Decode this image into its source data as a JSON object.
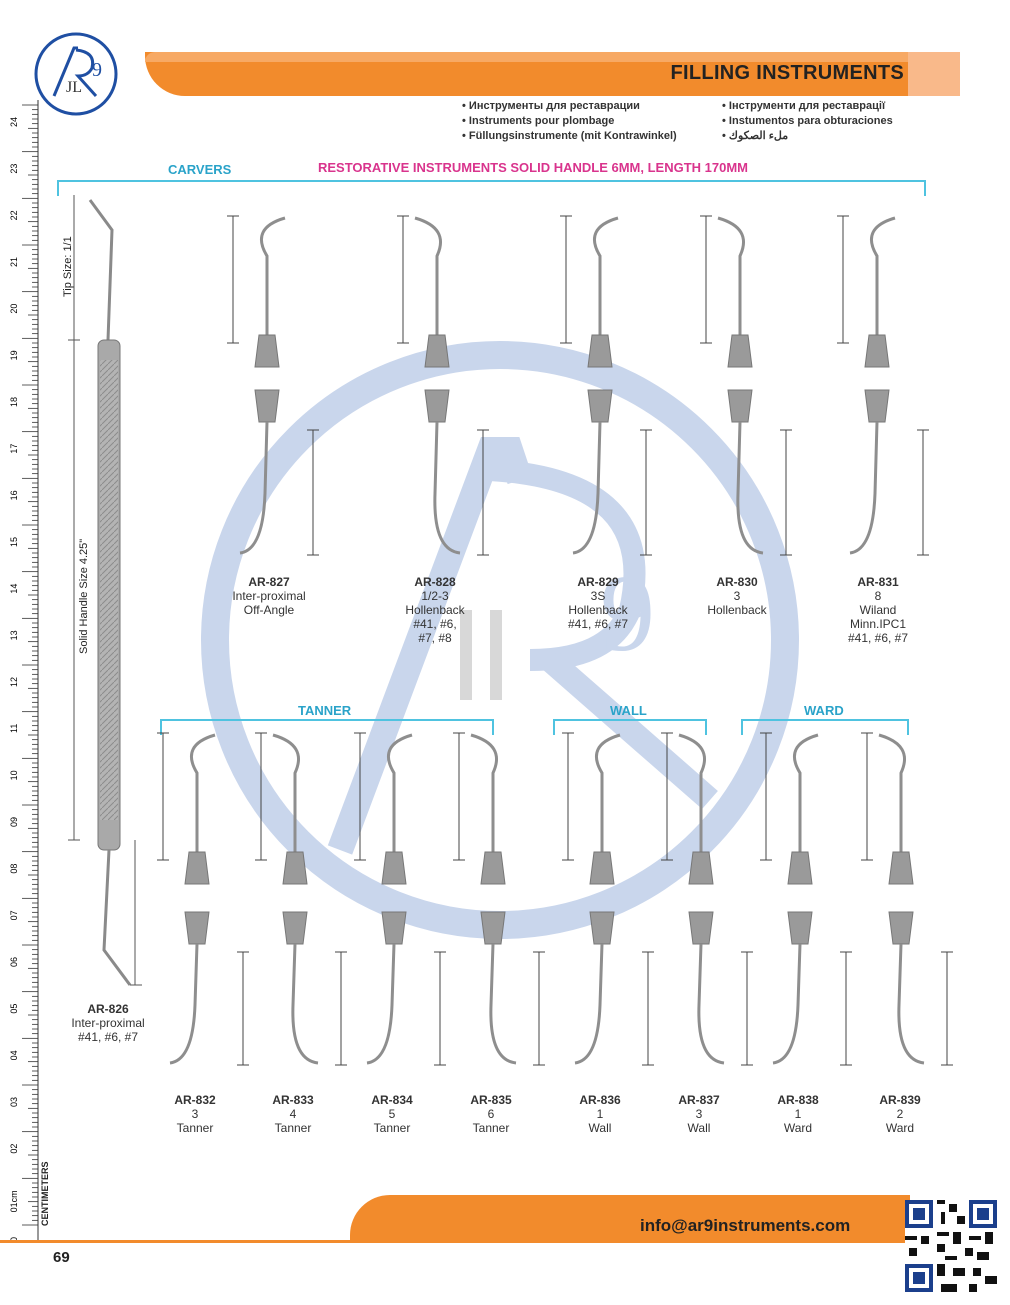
{
  "header": {
    "title": "FILLING INSTRUMENTS",
    "subtitles_left": [
      "Инструменты для реставрации",
      "Instruments pour plombage",
      "Füllungsinstrumente (mit Kontrawinkel)"
    ],
    "subtitles_right": [
      "Інструменти для реставрації",
      "Instumentos para obturaciones",
      "ملء الصكوك"
    ]
  },
  "logo": {
    "text": "AR9"
  },
  "sections": {
    "carvers": "CARVERS",
    "subtitle": "RESTORATIVE INSTRUMENTS SOLID HANDLE 6MM, LENGTH 170MM",
    "tanner": "TANNER",
    "wall": "WALL",
    "ward": "WARD"
  },
  "ruler": {
    "labels": [
      "24",
      "23",
      "22",
      "21",
      "20",
      "19",
      "18",
      "17",
      "16",
      "15",
      "14",
      "13",
      "12",
      "11",
      "10",
      "09",
      "08",
      "07",
      "06",
      "05",
      "04",
      "03",
      "02",
      "01cm",
      "0"
    ],
    "unit": "CENTIMETERS"
  },
  "big_instrument": {
    "tip_label": "Tip Size: 1/1",
    "handle_label": "Solid Handle Size 4.25\"",
    "code": "AR-826",
    "lines": [
      "Inter-proximal",
      "#41, #6, #7"
    ]
  },
  "top_items": [
    {
      "code": "AR-827",
      "lines": [
        "Inter-proximal",
        "Off-Angle"
      ]
    },
    {
      "code": "AR-828",
      "lines": [
        "1/2-3",
        "Hollenback",
        "#41, #6,",
        "#7, #8"
      ]
    },
    {
      "code": "AR-829",
      "lines": [
        "3S",
        "Hollenback",
        "#41, #6, #7"
      ]
    },
    {
      "code": "AR-830",
      "lines": [
        "3",
        "Hollenback"
      ]
    },
    {
      "code": "AR-831",
      "lines": [
        "8",
        "Wiland",
        "Minn.IPC1",
        "#41, #6, #7"
      ]
    }
  ],
  "bottom_items": [
    {
      "code": "AR-832",
      "lines": [
        "3",
        "Tanner"
      ]
    },
    {
      "code": "AR-833",
      "lines": [
        "4",
        "Tanner"
      ]
    },
    {
      "code": "AR-834",
      "lines": [
        "5",
        "Tanner"
      ]
    },
    {
      "code": "AR-835",
      "lines": [
        "6",
        "Tanner"
      ]
    },
    {
      "code": "AR-836",
      "lines": [
        "1",
        "Wall"
      ]
    },
    {
      "code": "AR-837",
      "lines": [
        "3",
        "Wall"
      ]
    },
    {
      "code": "AR-838",
      "lines": [
        "1",
        "Ward"
      ]
    },
    {
      "code": "AR-839",
      "lines": [
        "2",
        "Ward"
      ]
    }
  ],
  "footer": {
    "email": "info@ar9instruments.com",
    "page": "69"
  },
  "colors": {
    "orange": "#f28b2c",
    "cyan": "#2aa3c9",
    "magenta": "#d9348d",
    "watermark": "#c9d6ec"
  }
}
